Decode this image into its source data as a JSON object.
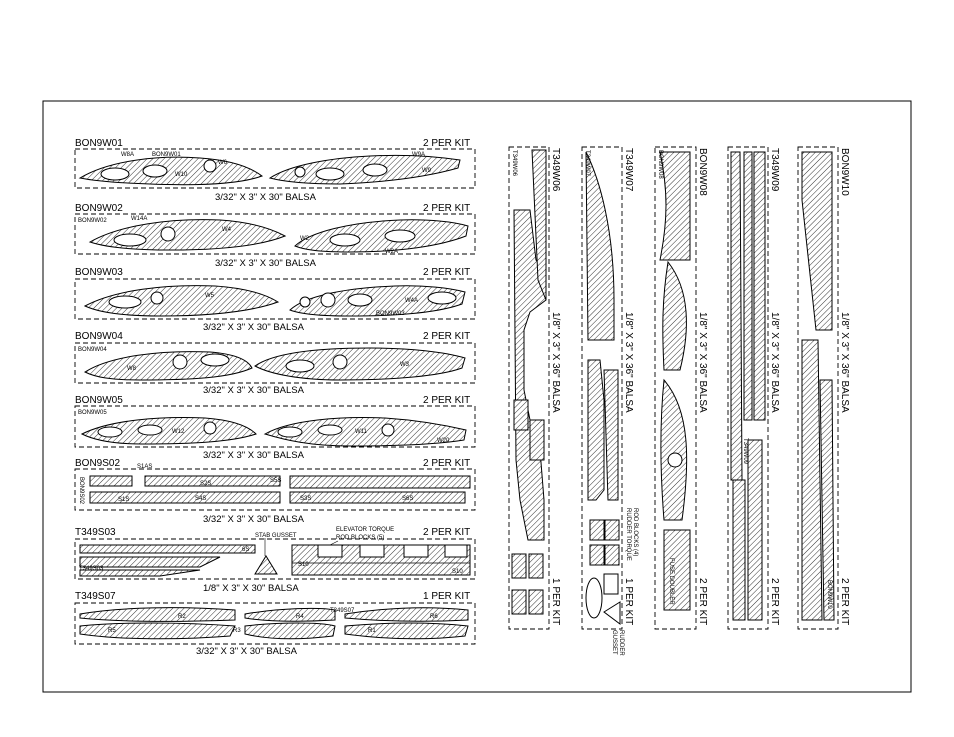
{
  "sheets": [
    {
      "id": "BON9W01",
      "count": "2 PER KIT",
      "material": "3/32\" X 3\" X 30\" BALSA",
      "tags": [
        "W8A",
        "BON9W01",
        "W6",
        "W10",
        "W9A",
        "W9"
      ]
    },
    {
      "id": "BON9W02",
      "count": "2 PER KIT",
      "material": "3/32\" X 3\" X 30\" BALSA",
      "tags": [
        "BON9W02",
        "W14A",
        "W4",
        "W2",
        "W2A"
      ]
    },
    {
      "id": "BON9W03",
      "count": "2 PER KIT",
      "material": "3/32\" X 3\" X 30\" BALSA",
      "tags": [
        "W5",
        "W4A",
        "BON9W03"
      ]
    },
    {
      "id": "BON9W04",
      "count": "2 PER KIT",
      "material": "3/32\" X 3\" X 30\" BALSA",
      "tags": [
        "BON9W04",
        "W8",
        "W3"
      ]
    },
    {
      "id": "BON9W05",
      "count": "2 PER KIT",
      "material": "3/32\" X 3\" X 30\" BALSA",
      "tags": [
        "BON9W05",
        "W12",
        "W11",
        "W20"
      ]
    },
    {
      "id": "BON9S02",
      "count": "2 PER KIT",
      "material": "3/32\" X 3\" X 30\" BALSA",
      "tags": [
        "S1AS",
        "BON9S02",
        "S1S",
        "S2S",
        "S4S",
        "S5S",
        "S3S",
        "S6S"
      ]
    },
    {
      "id": "T349S03",
      "count": "2 PER KIT",
      "material": "1/8\" X 3\" X 30\" BALSA",
      "tags": [
        "STAB GUSSET",
        "ELEVATOR TORQUE",
        "ROD BLOCKS (5)",
        "T349S03",
        "6S",
        "S10",
        "S10"
      ]
    },
    {
      "id": "T349S07",
      "count": "1 PER KIT",
      "material": "3/32\" X 3\" X 30\" BALSA",
      "tags": [
        "T349S07",
        "R5",
        "R2",
        "R3",
        "R4",
        "R1",
        "R6"
      ]
    }
  ],
  "strips": [
    {
      "id": "T349W06",
      "count": "1 PER KIT",
      "material": "1/8\" X 3\" X 36\" BALSA",
      "sub": "T349W06"
    },
    {
      "id": "T349W07",
      "count": "1 PER KIT",
      "material": "1/8\" X 3\" X 36\" BALSA",
      "sub": "T349W07",
      "notes": [
        "RUDDER TORQUE",
        "ROD BLOCKS (4)",
        "RUDDER",
        "GUSSET"
      ]
    },
    {
      "id": "BON9W08",
      "count": "2 PER KIT",
      "material": "1/8\" X 3\" X 36\" BALSA",
      "sub": "BON9W08",
      "notes": [
        "FUSE DOUBLER"
      ]
    },
    {
      "id": "T349W09",
      "count": "2 PER KIT",
      "material": "1/8\" X 3\" X 36\" BALSA",
      "sub": "T349W09"
    },
    {
      "id": "BON9W10",
      "count": "2 PER KIT",
      "material": "1/8\" X 3\" X 36\" BALSA",
      "sub": "BON9W10"
    }
  ]
}
